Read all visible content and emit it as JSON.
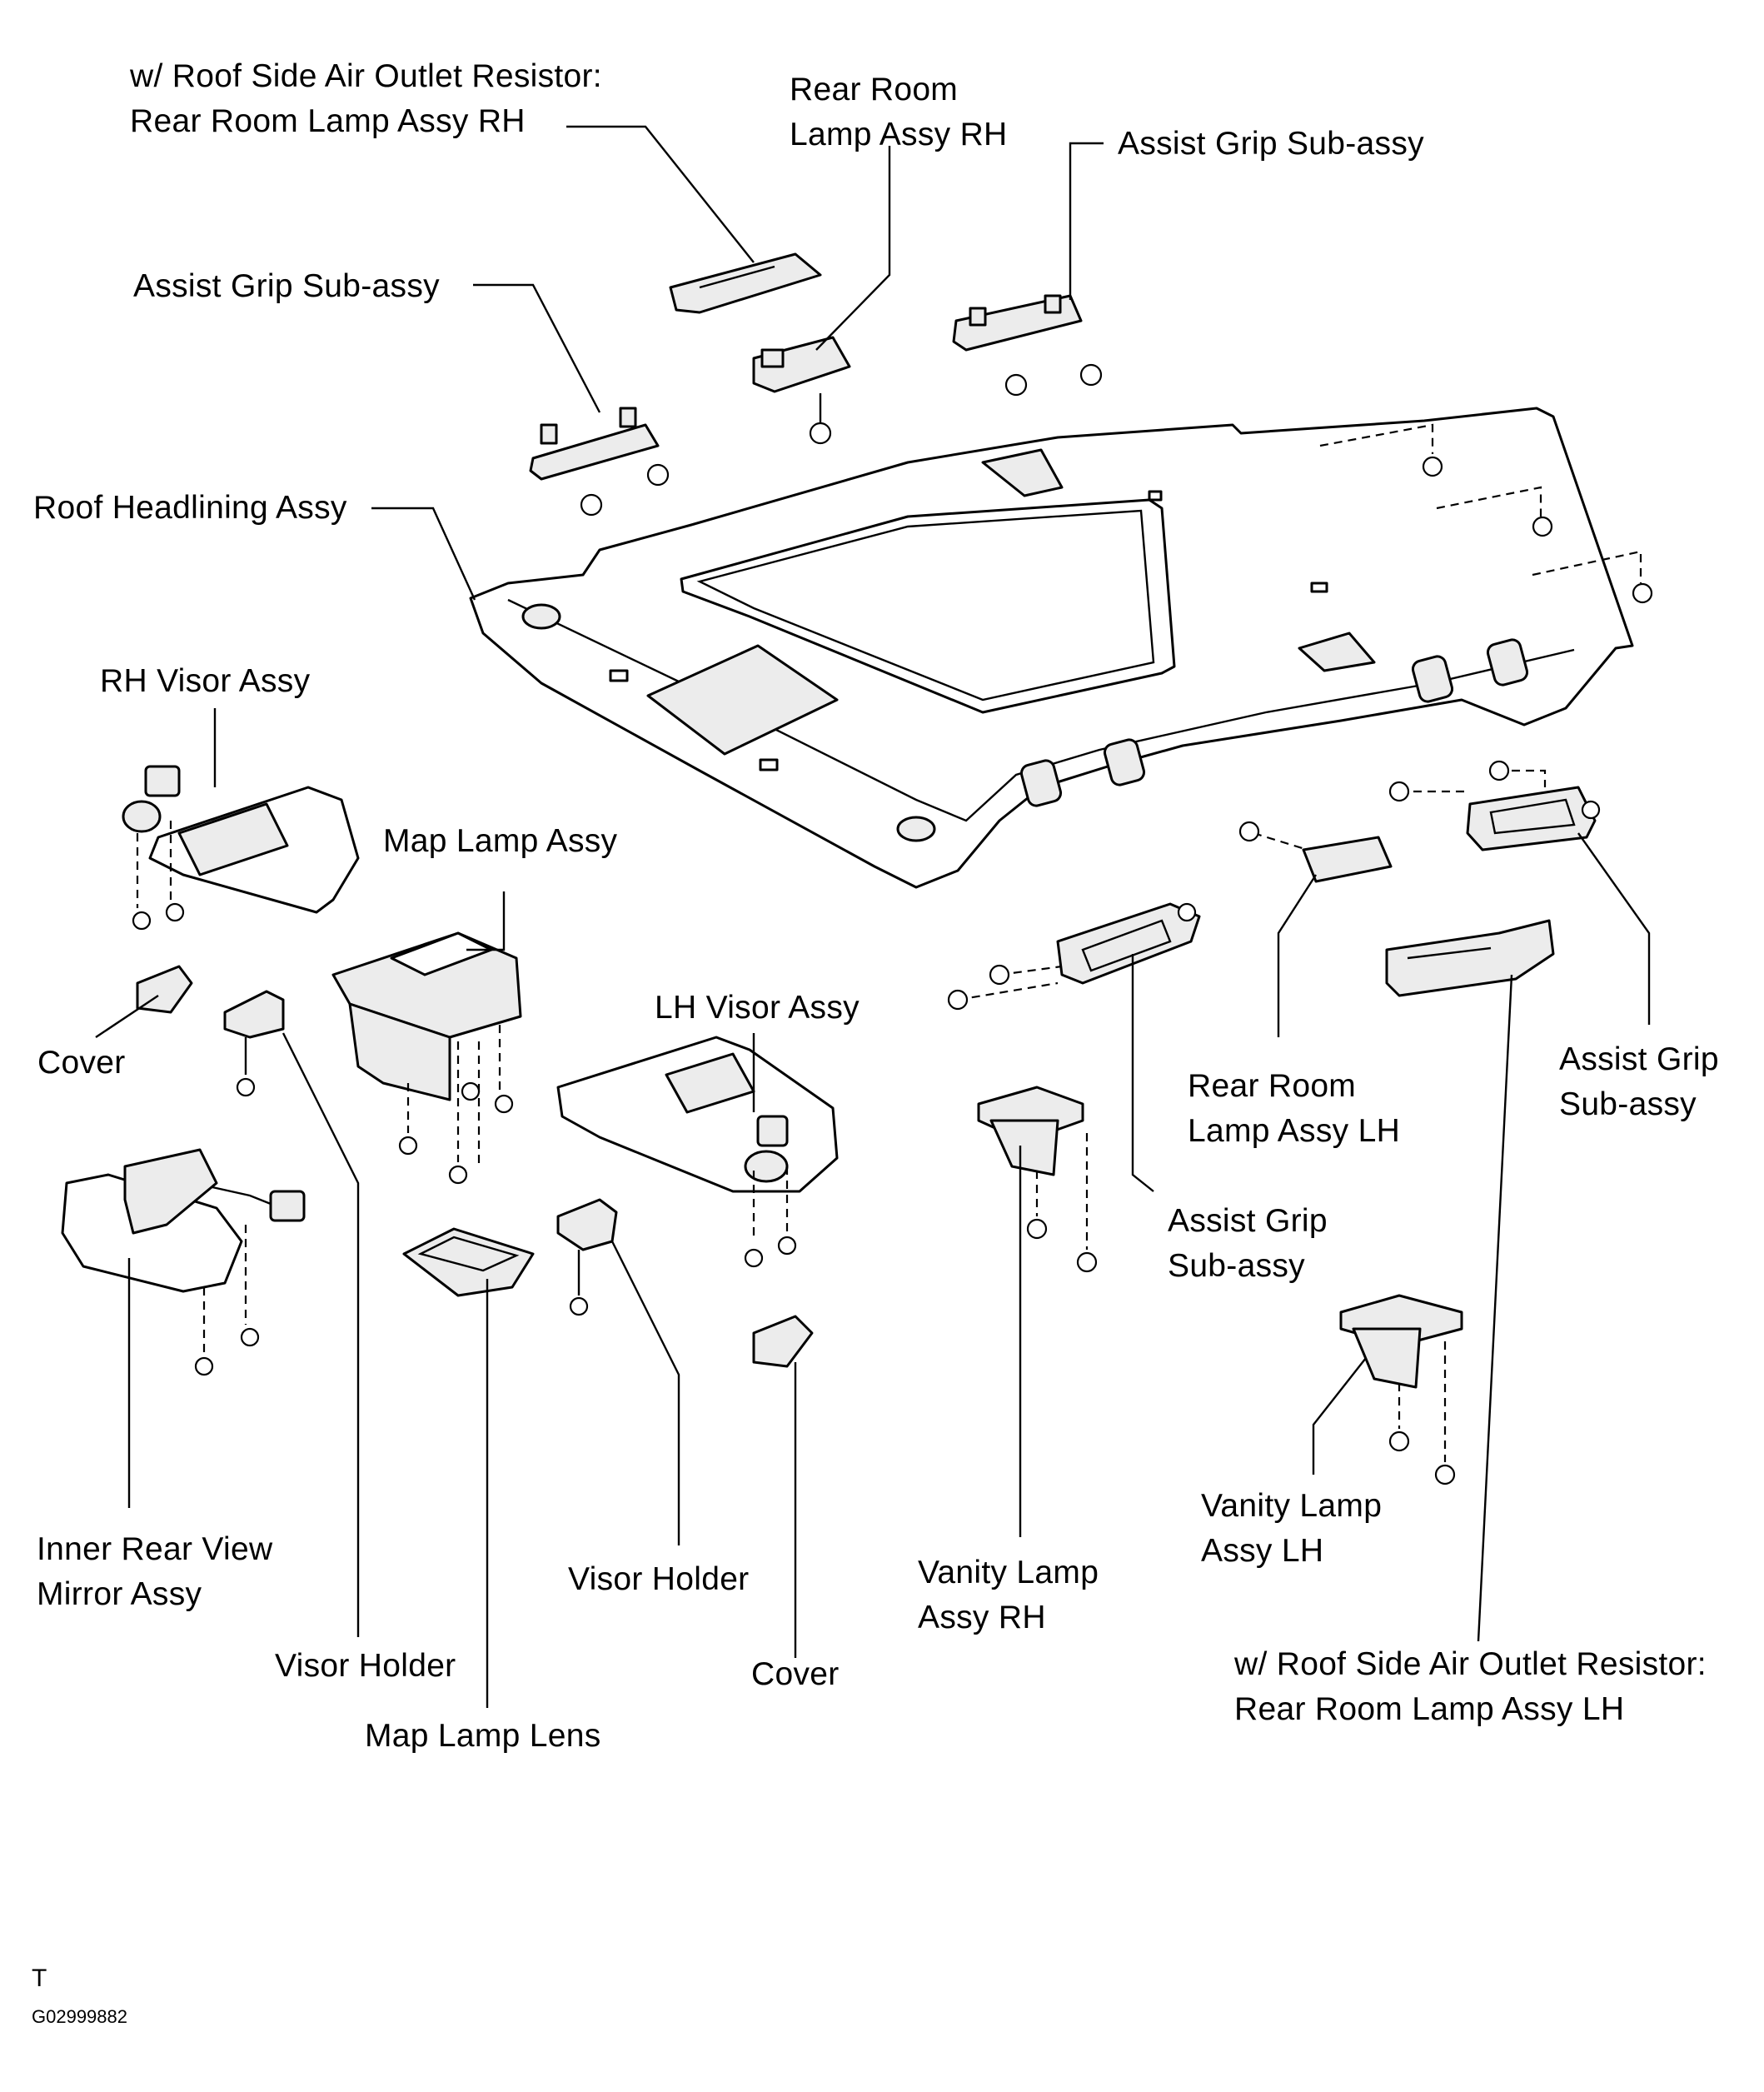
{
  "labels": {
    "resistor_rh_line1": "w/ Roof Side Air Outlet Resistor:",
    "resistor_rh_line2": "Rear Room Lamp Assy RH",
    "rear_room_rh_line1": "Rear Room",
    "rear_room_rh_line2": "Lamp Assy RH",
    "assist_grip_top_right": "Assist  Grip  Sub-assy",
    "assist_grip_top_left": "Assist  Grip  Sub-assy",
    "roof_headlining": "Roof Headlining Assy",
    "rh_visor": "RH Visor Assy",
    "map_lamp_assy": "Map Lamp Assy",
    "lh_visor": "LH Visor Assy",
    "cover_left": "Cover",
    "rear_room_lh_line1": "Rear Room",
    "rear_room_lh_line2": "Lamp Assy LH",
    "assist_grip_right_line1": "Assist Grip",
    "assist_grip_right_line2": "Sub-assy",
    "assist_grip_mid_line1": "Assist Grip",
    "assist_grip_mid_line2": "Sub-assy",
    "inner_mirror_line1": "Inner Rear View",
    "inner_mirror_line2": "Mirror Assy",
    "visor_holder_center": "Visor Holder",
    "visor_holder_left": "Visor Holder",
    "map_lamp_lens": "Map Lamp Lens",
    "cover_center": "Cover",
    "vanity_rh_line1": "Vanity Lamp",
    "vanity_rh_line2": "Assy RH",
    "vanity_lh_line1": "Vanity Lamp",
    "vanity_lh_line2": "Assy LH",
    "resistor_lh_line1": "w/ Roof Side Air Outlet Resistor:",
    "resistor_lh_line2": "Rear Room Lamp Assy LH"
  },
  "footer": {
    "marker": "T",
    "figure_code": "G02999882"
  }
}
